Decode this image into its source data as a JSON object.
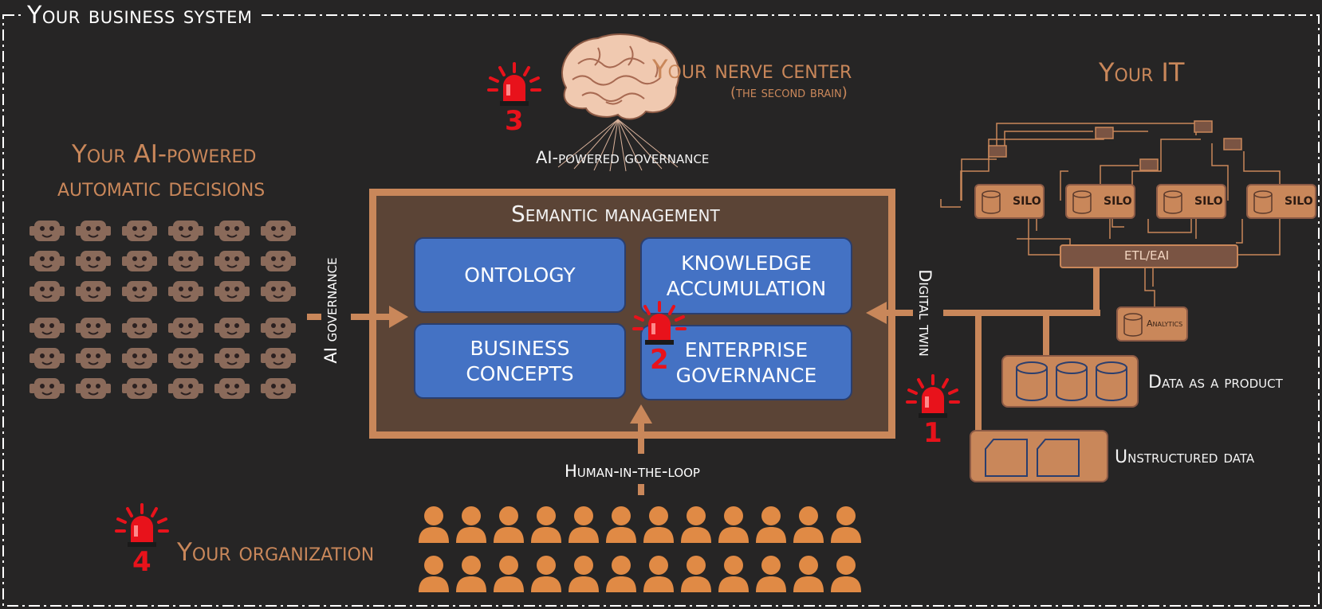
{
  "frame_title": "Your business system",
  "nerve_center": {
    "title": "Your nerve center",
    "subtitle": "(the second brain)",
    "governance_label": "AI-powered governance"
  },
  "it": {
    "title": "Your IT",
    "silo_labels": [
      "SILO",
      "SILO",
      "SILO",
      "SILO"
    ],
    "etl_label": "ETL/EAI",
    "analytics_label": "Analytics",
    "data_product_label": "Data as a product",
    "unstructured_label": "Unstructured data"
  },
  "ai_decisions": {
    "line1": "Your AI-powered",
    "line2": "automatic decisions"
  },
  "semantic": {
    "title": "Semantic management",
    "boxes": [
      "ONTOLOGY",
      "KNOWLEDGE ACCUMULATION",
      "BUSINESS CONCEPTS",
      "ENTERPRISE GOVERNANCE"
    ]
  },
  "arrows": {
    "ai_governance": "AI governance",
    "digital_twin": "Digital twin",
    "human_loop": "Human-in-the-loop"
  },
  "organization": {
    "title": "Your organization"
  },
  "alarms": [
    "1",
    "2",
    "3",
    "4"
  ],
  "colors": {
    "background": "#262525",
    "copper": "#c9875a",
    "box_blue": "#4472c4",
    "alarm_red": "#e8121b",
    "frame_brown": "#5b4436"
  },
  "icons": {
    "robot": "robot-face-icon",
    "person": "person-icon",
    "alarm": "alarm-siren-icon",
    "brain": "brain-icon",
    "database": "database-cylinder-icon",
    "document": "document-icon"
  }
}
